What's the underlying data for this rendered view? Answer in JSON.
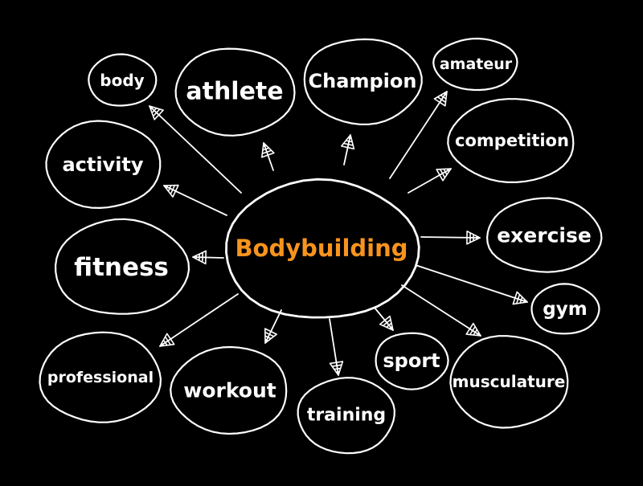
{
  "diagram": {
    "center": {
      "label": "Bodybuilding",
      "color": "#f7941d"
    },
    "line_color": "#ffffff",
    "background": "#000000",
    "nodes": [
      {
        "id": "body",
        "label": "body"
      },
      {
        "id": "athlete",
        "label": "athlete"
      },
      {
        "id": "champion",
        "label": "Champion"
      },
      {
        "id": "amateur",
        "label": "amateur"
      },
      {
        "id": "competition",
        "label": "competition"
      },
      {
        "id": "exercise",
        "label": "exercise"
      },
      {
        "id": "gym",
        "label": "gym"
      },
      {
        "id": "musculature",
        "label": "musculature"
      },
      {
        "id": "sport",
        "label": "sport"
      },
      {
        "id": "training",
        "label": "training"
      },
      {
        "id": "workout",
        "label": "workout"
      },
      {
        "id": "professional",
        "label": "professional"
      },
      {
        "id": "fitness",
        "label": "fitness"
      },
      {
        "id": "activity",
        "label": "activity"
      }
    ]
  }
}
